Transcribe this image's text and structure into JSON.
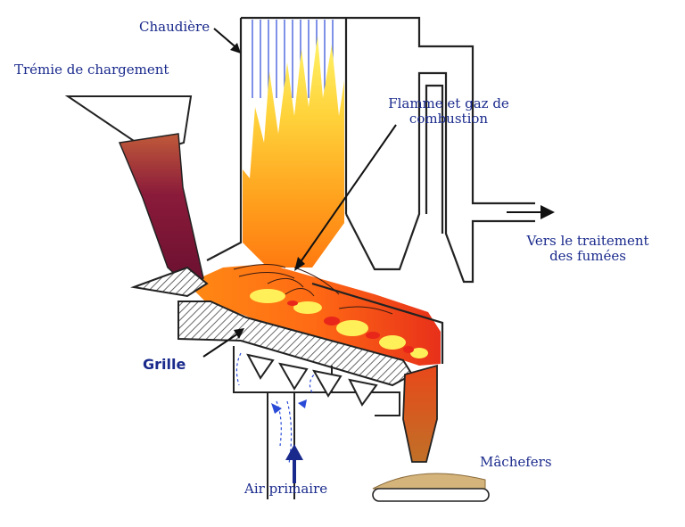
{
  "labels": {
    "chaudiere": "Chaudière",
    "tremie": "Trémie de chargement",
    "flamme_line1": "Flamme et gaz de",
    "flamme_line2": "combustion",
    "traitement_line1": "Vers le traitement",
    "traitement_line2": "des fumées",
    "grille": "Grille",
    "machefers": "Mâchefers",
    "air_primaire": "Air primaire"
  },
  "colors": {
    "label": "#1a2a8c",
    "flame_yellow": "#fff24a",
    "flame_orange": "#ff9a1a",
    "flame_red": "#e8261a",
    "waste": "#8a1a3a",
    "slag": "#d4b47a",
    "arrow_air": "#1a2a8c",
    "tube_blue": "#2a4ad8"
  }
}
